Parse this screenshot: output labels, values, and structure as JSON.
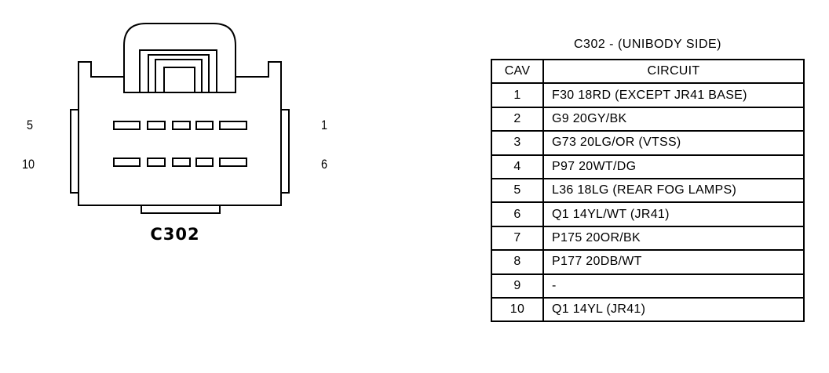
{
  "connector": {
    "name": "C302",
    "pin_labels": {
      "top_left": "5",
      "bottom_left": "10",
      "top_right": "1",
      "bottom_right": "6"
    }
  },
  "table": {
    "title": "C302 - (UNIBODY SIDE)",
    "headers": {
      "cav": "CAV",
      "circuit": "CIRCUIT"
    },
    "rows": [
      {
        "cav": "1",
        "circuit": "F30 18RD (EXCEPT JR41 BASE)"
      },
      {
        "cav": "2",
        "circuit": "G9 20GY/BK"
      },
      {
        "cav": "3",
        "circuit": "G73 20LG/OR (VTSS)"
      },
      {
        "cav": "4",
        "circuit": "P97 20WT/DG"
      },
      {
        "cav": "5",
        "circuit": "L36 18LG (REAR FOG LAMPS)"
      },
      {
        "cav": "6",
        "circuit": "Q1 14YL/WT (JR41)"
      },
      {
        "cav": "7",
        "circuit": "P175 20OR/BK"
      },
      {
        "cav": "8",
        "circuit": "P177 20DB/WT"
      },
      {
        "cav": "9",
        "circuit": "-"
      },
      {
        "cav": "10",
        "circuit": "Q1 14YL (JR41)"
      }
    ]
  }
}
